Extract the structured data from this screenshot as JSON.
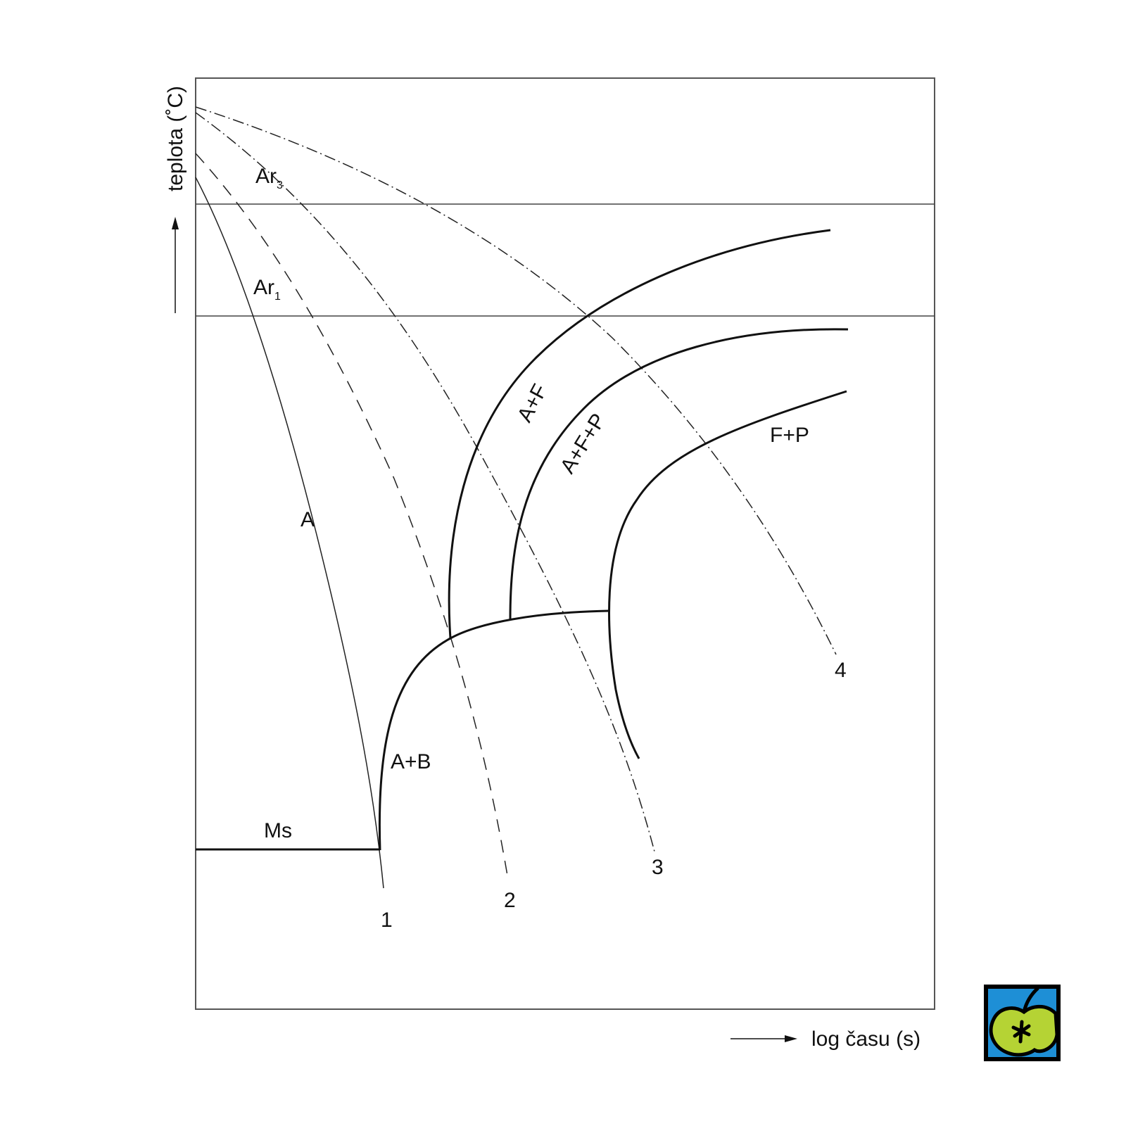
{
  "chart_data": {
    "type": "diagram",
    "title": "",
    "ylabel": "teplota (˚C)",
    "xlabel": "log času (s)",
    "levels": [
      {
        "name": "Ar3",
        "base": "Ar",
        "sub": "3"
      },
      {
        "name": "Ar1",
        "base": "Ar",
        "sub": "1"
      },
      {
        "name": "Ms",
        "base": "Ms",
        "sub": ""
      }
    ],
    "regions": [
      "A",
      "A+F",
      "A+F+P",
      "F+P",
      "A+B"
    ],
    "cooling_curves": [
      {
        "label": "1",
        "style": "solid"
      },
      {
        "label": "2",
        "style": "dashed"
      },
      {
        "label": "3",
        "style": "dash-dot"
      },
      {
        "label": "4",
        "style": "dash-dot"
      }
    ]
  },
  "colors": {
    "line": "#111111",
    "frame": "#555555",
    "logo_blue": "#1e8fd6",
    "logo_green": "#b5d334"
  },
  "logo": {
    "icon": "apple-logo-icon"
  }
}
